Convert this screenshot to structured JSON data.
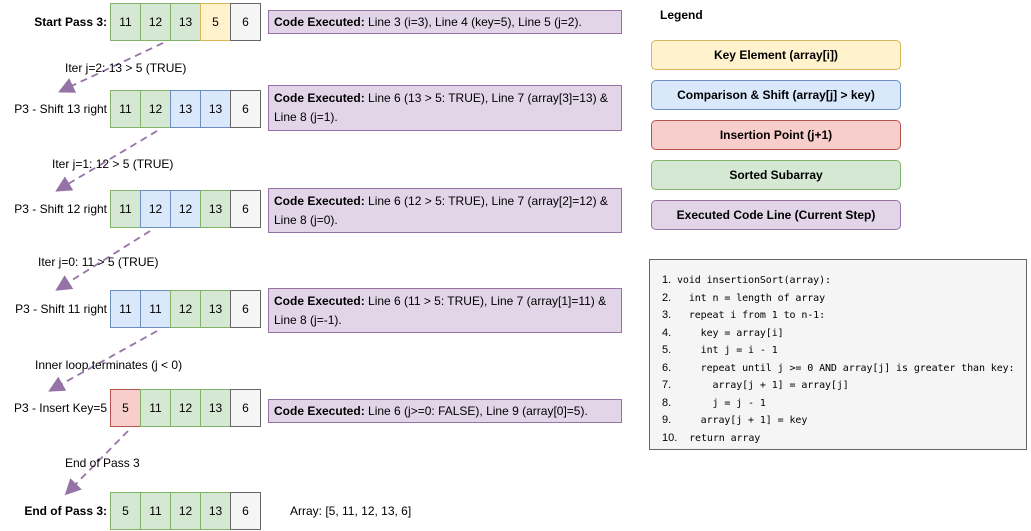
{
  "colors": {
    "sorted_fill": "#d5e8d4",
    "sorted_stroke": "#82b366",
    "key_fill": "#fff2cc",
    "key_stroke": "#d6b656",
    "comparison_fill": "#dae8fc",
    "comparison_stroke": "#6c8ebf",
    "insertion_fill": "#f8cecc",
    "insertion_stroke": "#b85450",
    "executed_fill": "#e1d5e7",
    "executed_stroke": "#9673a6",
    "unsorted_fill": "#f5f5f5",
    "unsorted_stroke": "#666666",
    "arrow": "#9673a6"
  },
  "code_prefix": "Code Executed:",
  "rows": [
    {
      "label": "Start Pass 3:",
      "bold": true,
      "cells": [
        {
          "value": "11",
          "type": "sorted"
        },
        {
          "value": "12",
          "type": "sorted"
        },
        {
          "value": "13",
          "type": "sorted"
        },
        {
          "value": "5",
          "type": "key"
        },
        {
          "value": "6",
          "type": "unsorted"
        }
      ],
      "code": "Line 3 (i=3), Line 4 (key=5), Line 5 (j=2)."
    },
    {
      "label": "P3 - Shift 13 right",
      "bold": false,
      "cells": [
        {
          "value": "11",
          "type": "sorted"
        },
        {
          "value": "12",
          "type": "sorted"
        },
        {
          "value": "13",
          "type": "comparison"
        },
        {
          "value": "13",
          "type": "comparison"
        },
        {
          "value": "6",
          "type": "unsorted"
        }
      ],
      "code": "Line 6 (13 > 5: TRUE), Line 7 (array[3]=13) & Line 8 (j=1)."
    },
    {
      "label": "P3 - Shift 12 right",
      "bold": false,
      "cells": [
        {
          "value": "11",
          "type": "sorted"
        },
        {
          "value": "12",
          "type": "comparison"
        },
        {
          "value": "12",
          "type": "comparison"
        },
        {
          "value": "13",
          "type": "sorted"
        },
        {
          "value": "6",
          "type": "unsorted"
        }
      ],
      "code": "Line 6 (12 > 5: TRUE), Line 7 (array[2]=12) & Line 8 (j=0)."
    },
    {
      "label": "P3 - Shift 11 right",
      "bold": false,
      "cells": [
        {
          "value": "11",
          "type": "comparison"
        },
        {
          "value": "11",
          "type": "comparison"
        },
        {
          "value": "12",
          "type": "sorted"
        },
        {
          "value": "13",
          "type": "sorted"
        },
        {
          "value": "6",
          "type": "unsorted"
        }
      ],
      "code": "Line 6 (11 > 5: TRUE), Line 7 (array[1]=11) & Line 8 (j=-1)."
    },
    {
      "label": "P3 - Insert Key=5",
      "bold": false,
      "cells": [
        {
          "value": "5",
          "type": "insertion"
        },
        {
          "value": "11",
          "type": "sorted"
        },
        {
          "value": "12",
          "type": "sorted"
        },
        {
          "value": "13",
          "type": "sorted"
        },
        {
          "value": "6",
          "type": "unsorted"
        }
      ],
      "code": "Line 6 (j>=0: FALSE), Line 9 (array[0]=5)."
    },
    {
      "label": "End of Pass 3:",
      "bold": true,
      "cells": [
        {
          "value": "5",
          "type": "sorted"
        },
        {
          "value": "11",
          "type": "sorted"
        },
        {
          "value": "12",
          "type": "sorted"
        },
        {
          "value": "13",
          "type": "sorted"
        },
        {
          "value": "6",
          "type": "unsorted"
        }
      ],
      "code": null
    }
  ],
  "step_labels": [
    "Iter j=2: 13 > 5 (TRUE)",
    "Iter j=1: 12 > 5 (TRUE)",
    "Iter j=0: 11 > 5 (TRUE)",
    "Inner loop terminates (j < 0)",
    "End of Pass 3"
  ],
  "legend": {
    "title": "Legend",
    "items": [
      {
        "label": "Key Element (array[i])",
        "type": "key"
      },
      {
        "label": "Comparison & Shift (array[j] > key)",
        "type": "comparison"
      },
      {
        "label": "Insertion Point (j+1)",
        "type": "insertion"
      },
      {
        "label": "Sorted Subarray",
        "type": "sorted"
      },
      {
        "label": "Executed Code Line (Current Step)",
        "type": "executed"
      }
    ]
  },
  "pseudocode": [
    {
      "num": "1.",
      "code": "void insertionSort(array):"
    },
    {
      "num": "2.",
      "code": "  int n = length of array"
    },
    {
      "num": "3.",
      "code": "  repeat i from 1 to n-1:"
    },
    {
      "num": "4.",
      "code": "    key = array[i]"
    },
    {
      "num": "5.",
      "code": "    int j = i - 1"
    },
    {
      "num": "6.",
      "code": "    repeat until j >= 0 AND array[j] is greater than key:"
    },
    {
      "num": "7.",
      "code": "      array[j + 1] = array[j]"
    },
    {
      "num": "8.",
      "code": "      j = j - 1"
    },
    {
      "num": "9.",
      "code": "    array[j + 1] = key"
    },
    {
      "num": "10.",
      "code": "  return array"
    }
  ],
  "final_note": "Array: [5, 11, 12, 13, 6]"
}
